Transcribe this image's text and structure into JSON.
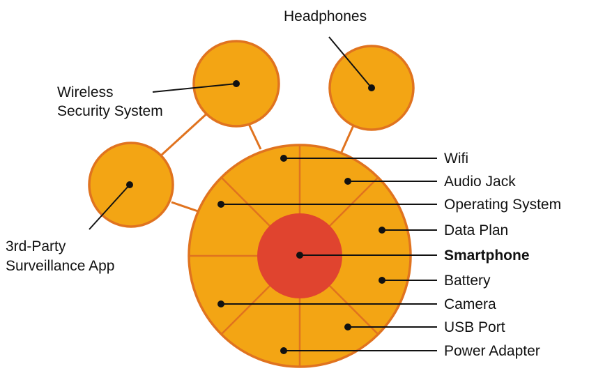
{
  "colors": {
    "orange": "#f3a514",
    "orange_stroke": "#e0731f",
    "core_red": "#e0442f",
    "text": "#111111",
    "background": "#ffffff"
  },
  "nodes": {
    "headphones": "Headphones",
    "wireless_security_line1": "Wireless",
    "wireless_security_line2": "Security System",
    "surveillance_app_line1": "3rd-Party",
    "surveillance_app_line2": "Surveillance App"
  },
  "components": {
    "wifi": "Wifi",
    "audio_jack": "Audio Jack",
    "operating_system": "Operating System",
    "data_plan": "Data Plan",
    "smartphone": "Smartphone",
    "battery": "Battery",
    "camera": "Camera",
    "usb_port": "USB Port",
    "power_adapter": "Power Adapter"
  }
}
